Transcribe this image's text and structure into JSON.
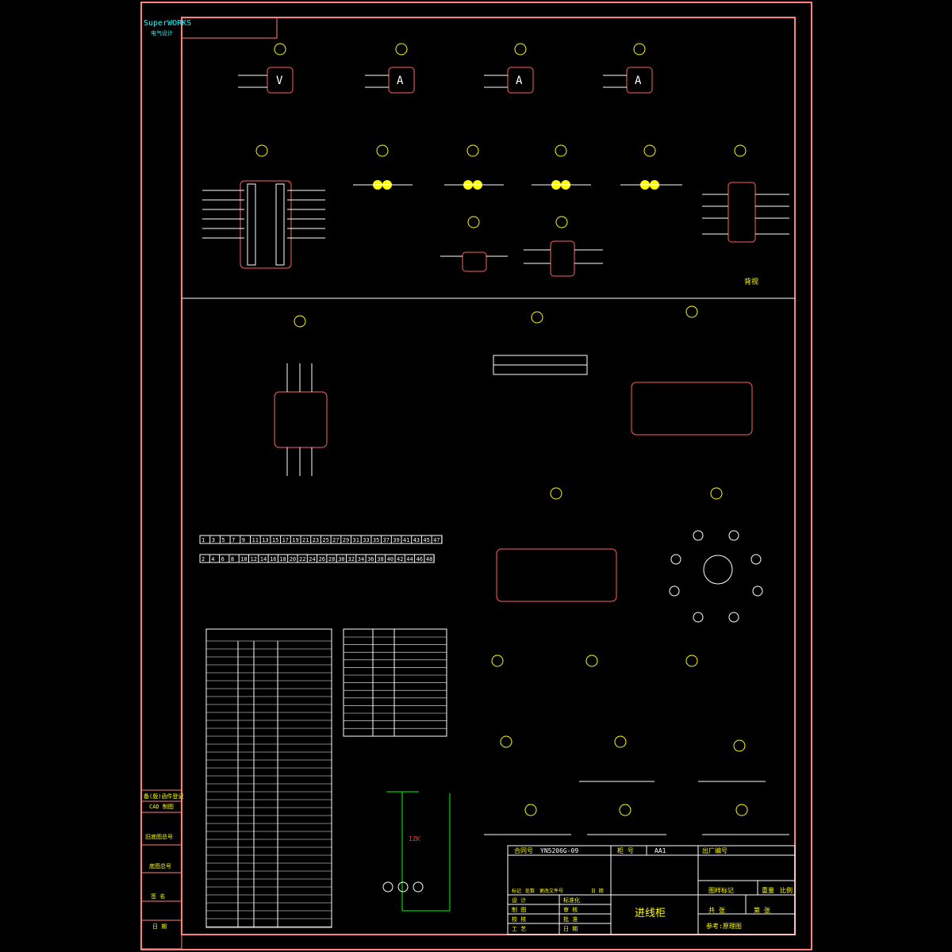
{
  "logo": {
    "line1": "SuperWORKS",
    "line2": "电气设计"
  },
  "side_labels": [
    "备(版)函件登记",
    "CAD 制图",
    "旧底图总号",
    "底图总号",
    "签 名",
    "日 期"
  ],
  "section_labels": {
    "back_view": "背视"
  },
  "relay_label": "1ZK",
  "title_block": {
    "contract_no_label": "合同号",
    "contract_no_value": "YN5206G-09",
    "fig_no_label": "柜 号",
    "fig_no_value": "AA1",
    "factory_no_label": "出厂编号",
    "drawing_title": "进线柜",
    "rows_left": [
      "设 计",
      "制 图",
      "校 核",
      "工 艺"
    ],
    "rows_mid": [
      "标准化",
      "审 核",
      "批 准",
      "日 期"
    ],
    "change_row": [
      "标记",
      "处数",
      "更改文件号",
      "日 期"
    ],
    "right_header": [
      "图样标记",
      "重量",
      "比例"
    ],
    "sheet": [
      "共  张",
      "第  张"
    ],
    "reference": "参考:原理图"
  },
  "terminal_numbers_top": [
    "1",
    "3",
    "5",
    "7",
    "9",
    "11",
    "13",
    "15",
    "17",
    "19",
    "21",
    "23",
    "25",
    "27",
    "29",
    "31",
    "33",
    "35",
    "37",
    "39",
    "41",
    "43",
    "45",
    "47"
  ],
  "terminal_numbers_bottom": [
    "2",
    "4",
    "6",
    "8",
    "10",
    "12",
    "14",
    "16",
    "18",
    "20",
    "22",
    "24",
    "26",
    "28",
    "30",
    "32",
    "34",
    "36",
    "38",
    "40",
    "42",
    "44",
    "46",
    "48"
  ]
}
